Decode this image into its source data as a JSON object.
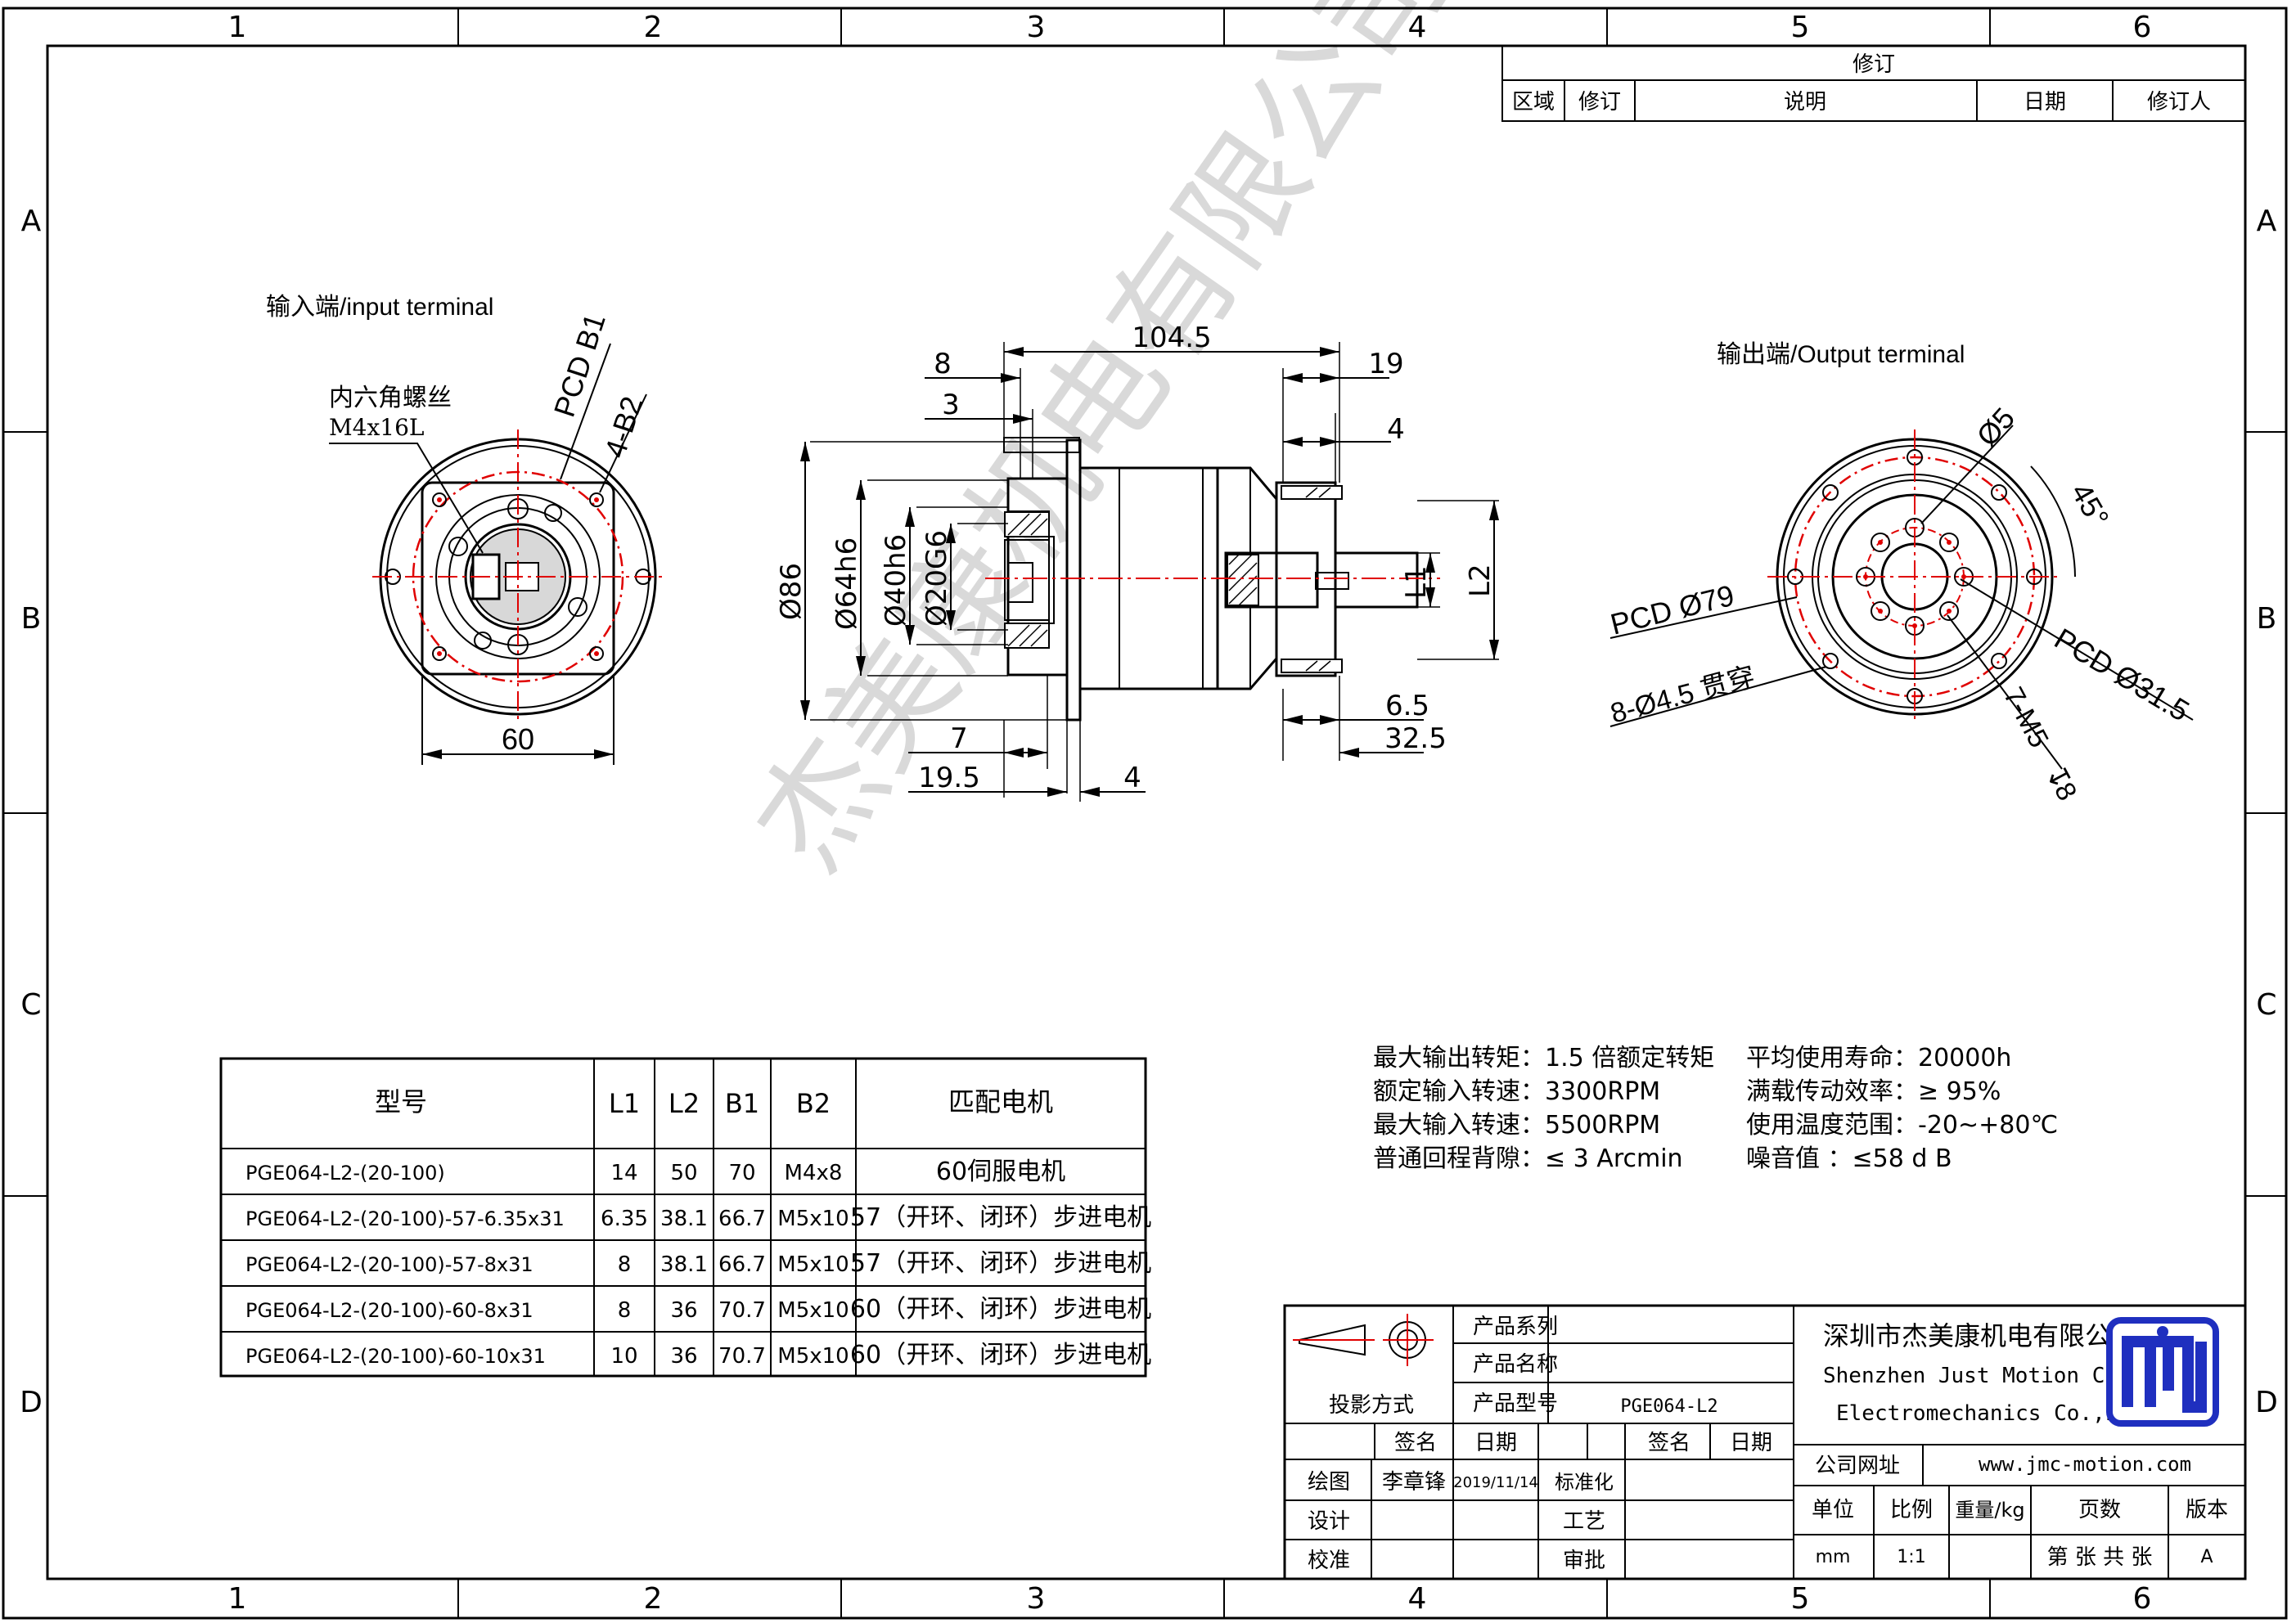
{
  "grid": {
    "columns": [
      "1",
      "2",
      "3",
      "4",
      "5",
      "6"
    ],
    "rows": [
      "A",
      "B",
      "C",
      "D"
    ]
  },
  "revision_block": {
    "title": "修订",
    "headers": [
      "区域",
      "修订",
      "说明",
      "日期",
      "修订人"
    ]
  },
  "input_view": {
    "label": "输入端/input terminal",
    "screw_label": "内六角螺丝",
    "screw_spec": "M4x16L",
    "pcd_b1": "PCD B1",
    "holes_b2": "4-B2",
    "dim_60": "60"
  },
  "side_view": {
    "dims": {
      "d104_5": "104.5",
      "d8": "8",
      "d3": "3",
      "d19": "19",
      "d4_top": "4",
      "d86": "Ø86",
      "d64h6": "Ø64h6",
      "d40h6": "Ø40h6",
      "d20g6": "Ø20G6",
      "l1": "L1",
      "l2": "L2",
      "d6_5": "6.5",
      "d32_5": "32.5",
      "d7": "7",
      "d19_5": "19.5",
      "d4_bottom": "4"
    }
  },
  "output_view": {
    "label": "输出端/Output terminal",
    "d5": "Ø5",
    "angle": "45°",
    "pcd79": "PCD Ø79",
    "holes": "8-Ø4.5 贯穿",
    "pcd31_5": "PCD Ø31.5",
    "tapped": "7-M5",
    "tapped_depth": "8"
  },
  "watermark": "杰美康机电有限公司",
  "model_table": {
    "headers": [
      "型号",
      "L1",
      "L2",
      "B1",
      "B2",
      "匹配电机"
    ],
    "rows": [
      [
        "PGE064-L2-(20-100)",
        "14",
        "50",
        "70",
        "M4x8",
        "60伺服电机"
      ],
      [
        "PGE064-L2-(20-100)-57-6.35x31",
        "6.35",
        "38.1",
        "66.7",
        "M5x10",
        "57（开环、闭环）步进电机"
      ],
      [
        "PGE064-L2-(20-100)-57-8x31",
        "8",
        "38.1",
        "66.7",
        "M5x10",
        "57（开环、闭环）步进电机"
      ],
      [
        "PGE064-L2-(20-100)-60-8x31",
        "8",
        "36",
        "70.7",
        "M5x10",
        "60（开环、闭环）步进电机"
      ],
      [
        "PGE064-L2-(20-100)-60-10x31",
        "10",
        "36",
        "70.7",
        "M5x10",
        "60（开环、闭环）步进电机"
      ]
    ]
  },
  "specs": {
    "left": [
      "最大输出转矩：1.5 倍额定转矩",
      "额定输入转速：3300RPM",
      "最大输入转速：5500RPM",
      "普通回程背隙：≤ 3 Arcmin"
    ],
    "right": [
      "平均使用寿命：20000h",
      "满载传动效率：≥   95%",
      "使用温度范围：-20~+80℃",
      "噪音值        ：≤58 d B"
    ]
  },
  "title_block": {
    "projection": "投影方式",
    "series_label": "产品系列",
    "name_label": "产品名称",
    "model_label": "产品型号",
    "model_value": "PGE064-L2",
    "sign_label": "签名",
    "date_label": "日期",
    "sign_label2": "签名",
    "date_label2": "日期",
    "draw_label": "绘图",
    "drawer": "李章锋",
    "draw_date": "2019/11/14",
    "design_label": "设计",
    "check_label": "校准",
    "standard_label": "标准化",
    "process_label": "工艺",
    "approve_label": "审批",
    "company_cn": "深圳市杰美康机电有限公司",
    "company_en1": "Shenzhen Just Motion Control",
    "company_en2": "Electromechanics Co.,LTD",
    "website_label": "公司网址",
    "website": "www.jmc-motion.com",
    "unit_label": "单位",
    "unit_value": "mm",
    "scale_label": "比例",
    "scale_value": "1:1",
    "weight_label": "重量/kg",
    "pages_label": "页数",
    "pages_value": "第 张 共 张",
    "version_label": "版本",
    "version_value": "A"
  },
  "colors": {
    "line": "#000000",
    "center_line": "#e00000",
    "watermark": "#c9c9c9",
    "logo": "#1f2fbf"
  }
}
